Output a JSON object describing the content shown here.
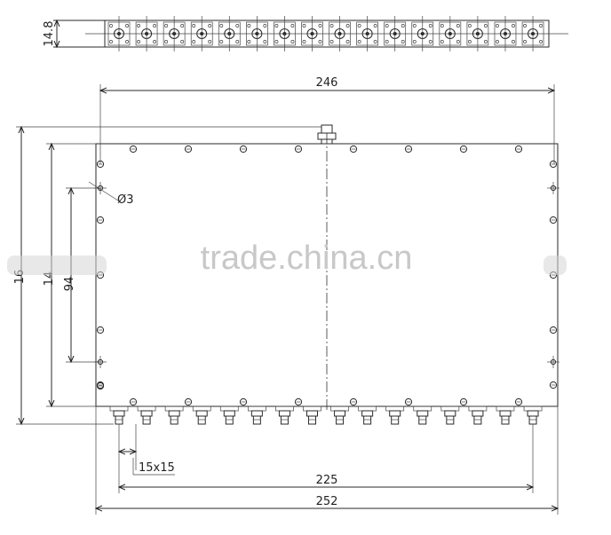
{
  "dimensions": {
    "top_height": "14.8",
    "overall_inner_width": "246",
    "hole_diameter": "Ø3",
    "connector_span": "225",
    "overall_width": "252",
    "connector_size": "15x15",
    "left_outer": "16",
    "left_mid": "14",
    "left_inner": "94"
  },
  "watermark": "trade.china.cn",
  "connectors": {
    "count": 16
  }
}
